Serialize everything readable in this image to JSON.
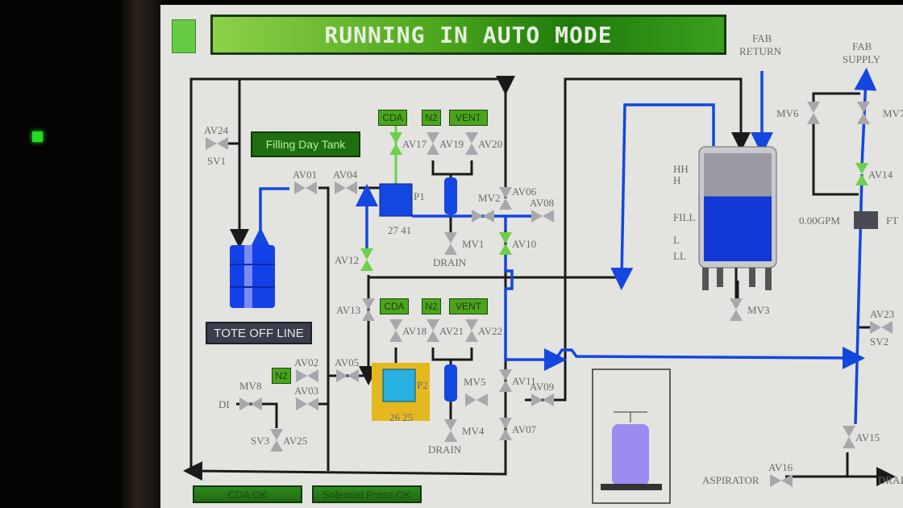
{
  "banner": {
    "text": "RUNNING IN AUTO MODE"
  },
  "status_labels": {
    "filling": "Filling Day Tank",
    "tote": "TOTE OFF LINE",
    "cda_ok": "CDA OK",
    "solenoid_ok": "Solenoid Press OK"
  },
  "gas_tags": {
    "cda1": "CDA",
    "n2_1": "N2",
    "vent1": "VENT",
    "cda2": "CDA",
    "n2_2": "N2",
    "vent2": "VENT",
    "n2_3": "N2"
  },
  "headers": {
    "fab_return_1": "FAB",
    "fab_return_2": "RETURN",
    "fab_supply_1": "FAB",
    "fab_supply_2": "SUPPLY"
  },
  "pumps": {
    "p1": {
      "name": "P1",
      "reading": "27 41"
    },
    "p2": {
      "name": "P2",
      "reading": "26 25"
    }
  },
  "tank_levels": [
    "HH",
    "H",
    "FILL",
    "L",
    "LL"
  ],
  "tank_fill_fraction": 0.6,
  "flow": {
    "value": "0.00GPM",
    "tag": "FT"
  },
  "misc": {
    "drain1": "DRAIN",
    "drain2": "DRAIN",
    "aspirator": "ASPIRATOR",
    "drain_out": "DRAI",
    "di": "DI",
    "sv1": "SV1",
    "sv2": "SV2",
    "sv3": "SV3"
  },
  "valves": {
    "AV24": "AV24",
    "AV01": "AV01",
    "AV04": "AV04",
    "AV17": "AV17",
    "AV19": "AV19",
    "AV20": "AV20",
    "MV2": "MV2",
    "AV06": "AV06",
    "AV08": "AV08",
    "MV1": "MV1",
    "AV10": "AV10",
    "AV12": "AV12",
    "AV13": "AV13",
    "AV18": "AV18",
    "AV21": "AV21",
    "AV22": "AV22",
    "AV02": "AV02",
    "AV05": "AV05",
    "MV8": "MV8",
    "AV03": "AV03",
    "AV25": "AV25",
    "MV5": "MV5",
    "AV11": "AV11",
    "AV09": "AV09",
    "MV4": "MV4",
    "AV07": "AV07",
    "MV6": "MV6",
    "MV7": "MV7",
    "AV14": "AV14",
    "MV3": "MV3",
    "AV23": "AV23",
    "AV15": "AV15",
    "AV16": "AV16"
  },
  "colors": {
    "pipe_black": "#1a1a1a",
    "pipe_blue": "#1446e0",
    "pipe_green": "#6cd04a",
    "valve_open": "#6cd04a",
    "valve_closed": "#a8a8ac"
  }
}
